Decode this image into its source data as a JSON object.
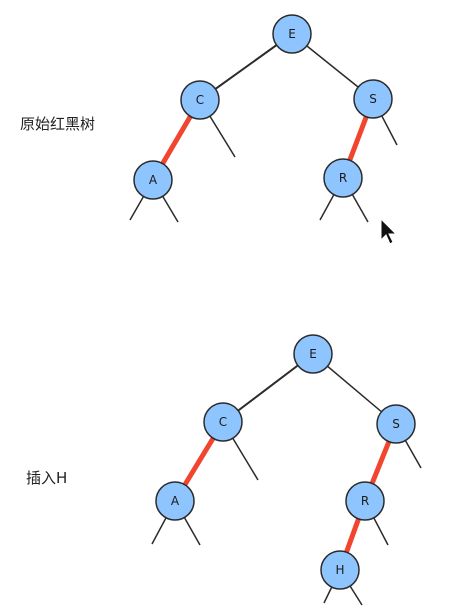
{
  "diagrams": [
    {
      "caption": "原始红黑树",
      "nodes": [
        "E",
        "C",
        "S",
        "A",
        "R"
      ],
      "red_links": [
        [
          "C",
          "A"
        ],
        [
          "S",
          "R"
        ]
      ]
    },
    {
      "caption": "插入H",
      "nodes": [
        "E",
        "C",
        "S",
        "A",
        "R",
        "H"
      ],
      "red_links": [
        [
          "C",
          "A"
        ],
        [
          "S",
          "R"
        ],
        [
          "R",
          "H"
        ]
      ]
    }
  ],
  "colors": {
    "node_fill": "#8ec5ff",
    "node_stroke": "#2b2b2b",
    "black_link": "#2b2b2b",
    "red_link": "#f2452f"
  },
  "cursor_icon": "arrow-cursor-icon"
}
